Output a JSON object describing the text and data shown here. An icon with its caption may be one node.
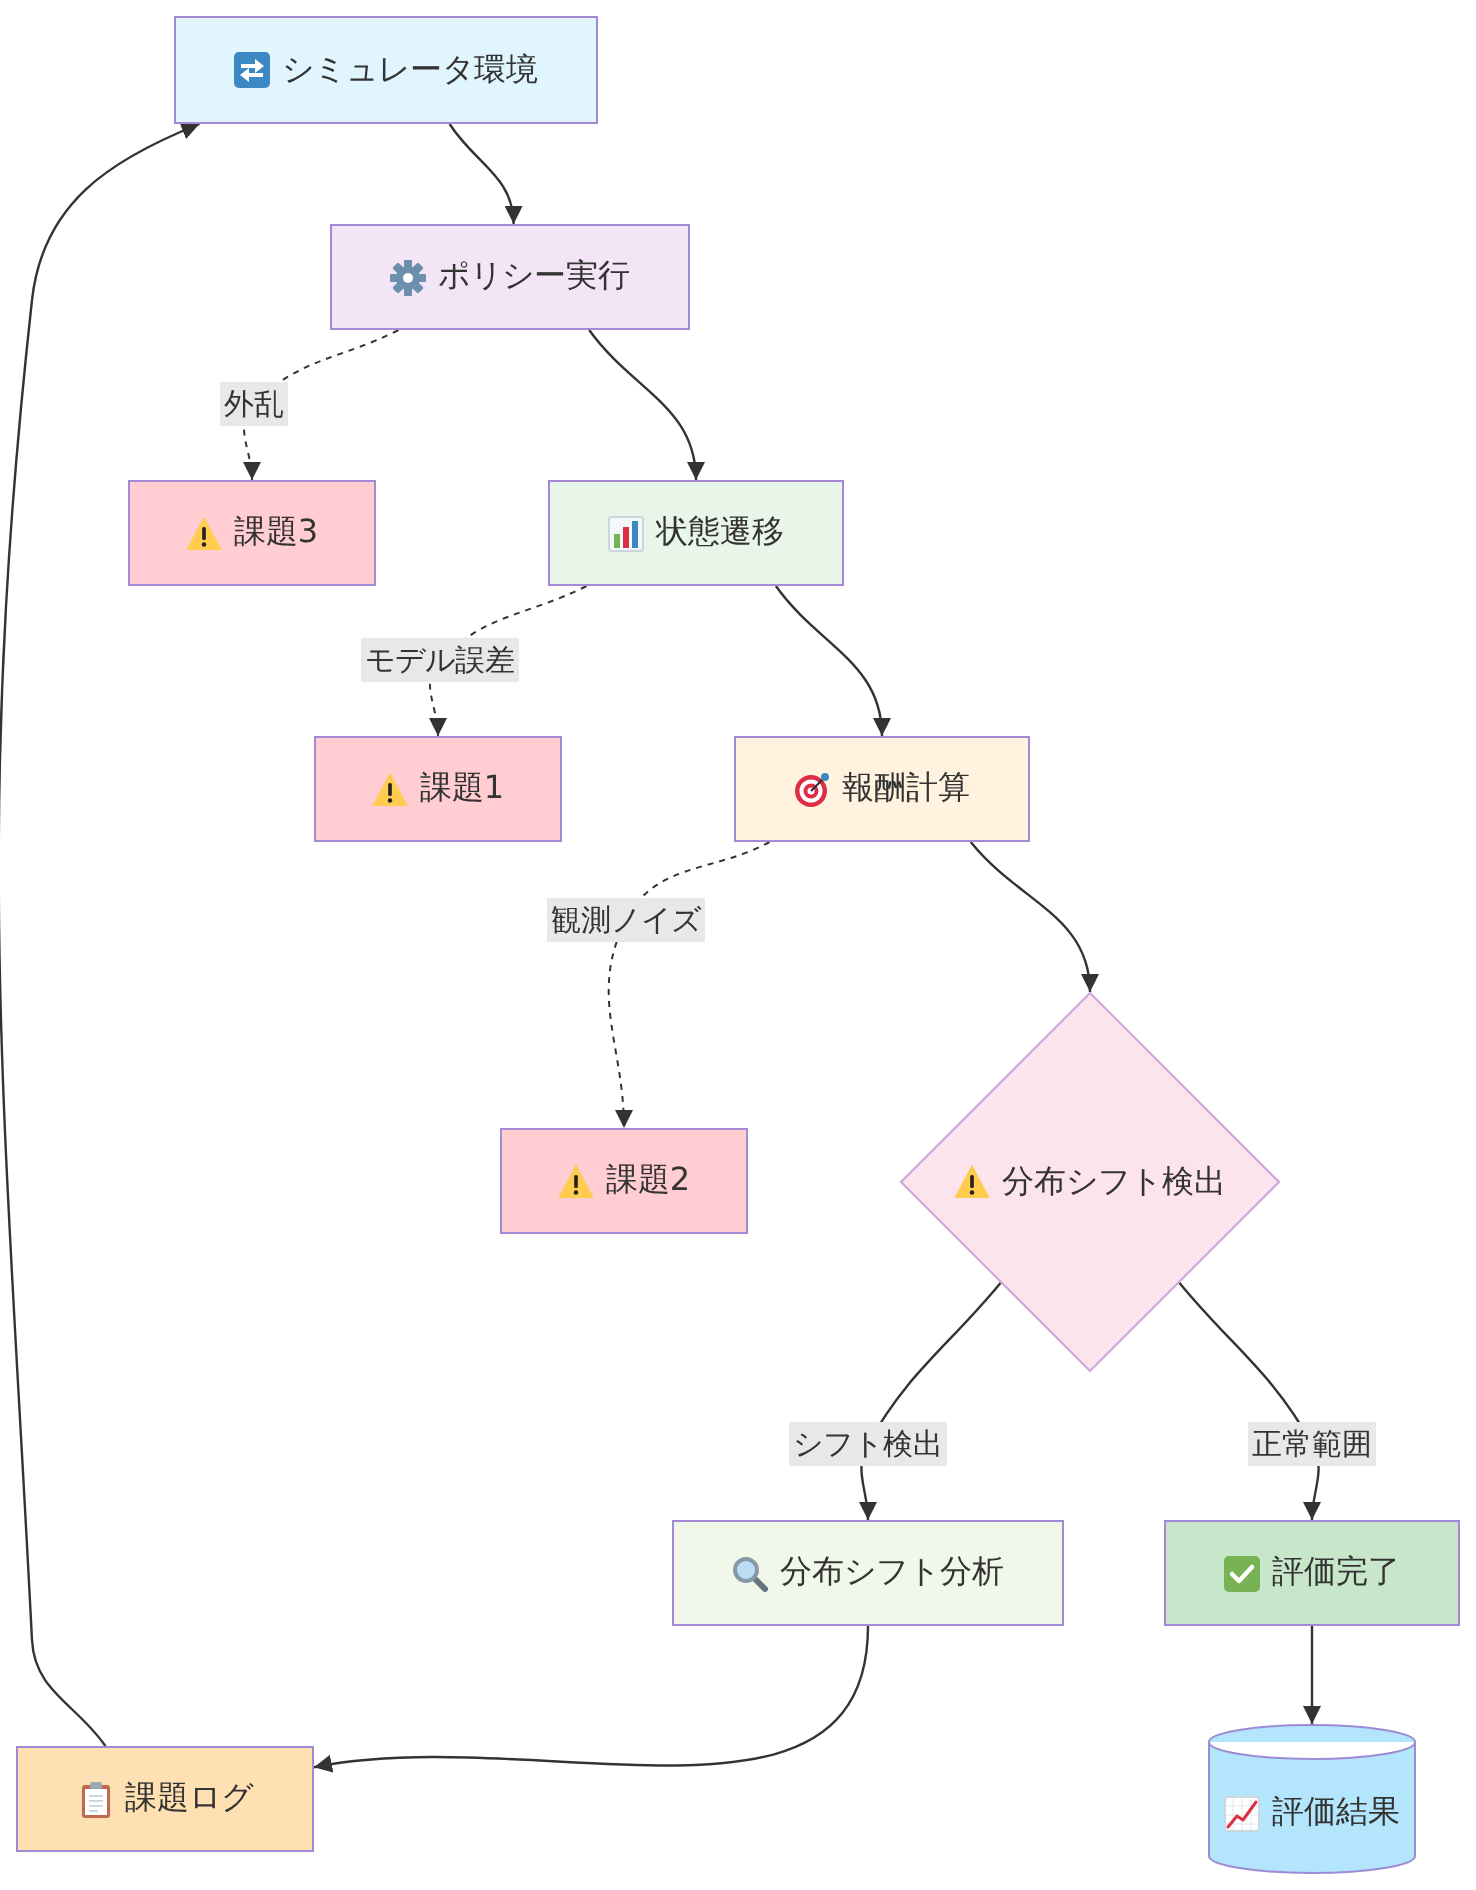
{
  "diagram": {
    "nodes": [
      {
        "text": [
          "シミュレータ環境"
        ]
      },
      {
        "text": [
          "ポリシー実行"
        ]
      },
      {
        "text": [
          "課題3"
        ]
      },
      {
        "text": [
          "状態遷移"
        ]
      },
      {
        "text": [
          "課題1"
        ]
      },
      {
        "text": [
          "報酬計算"
        ]
      },
      {
        "text": [
          "課題2"
        ]
      },
      {
        "text": [
          "分布シフト検出"
        ]
      },
      {
        "text": [
          "分布シフト分析"
        ]
      },
      {
        "text": [
          "評価完了"
        ]
      },
      {
        "text": [
          "課題ログ"
        ]
      },
      {
        "text": [
          "評価結果"
        ]
      }
    ],
    "edges": [
      {
        "from": 0,
        "to": 1,
        "arrow": "to"
      },
      {
        "from": 1,
        "to": 2,
        "arrow": "to",
        "label": "外乱",
        "style": "dashed"
      },
      {
        "from": 1,
        "to": 3,
        "arrow": "to"
      },
      {
        "from": 3,
        "to": 4,
        "arrow": "to",
        "label": "モデル誤差",
        "style": "dashed"
      },
      {
        "from": 3,
        "to": 5,
        "arrow": "to"
      },
      {
        "from": 5,
        "to": 6,
        "arrow": "to",
        "label": "観測ノイズ",
        "style": "dashed"
      },
      {
        "from": 5,
        "to": 7,
        "arrow": "to"
      },
      {
        "from": 7,
        "to": 8,
        "arrow": "to",
        "label": "シフト検出"
      },
      {
        "from": 7,
        "to": 9,
        "arrow": "to",
        "label": "正常範囲"
      },
      {
        "from": 8,
        "to": 10,
        "arrow": "to"
      },
      {
        "from": 9,
        "to": 11,
        "arrow": "to"
      },
      {
        "from": 10,
        "to": 0,
        "arrow": "to"
      }
    ]
  }
}
